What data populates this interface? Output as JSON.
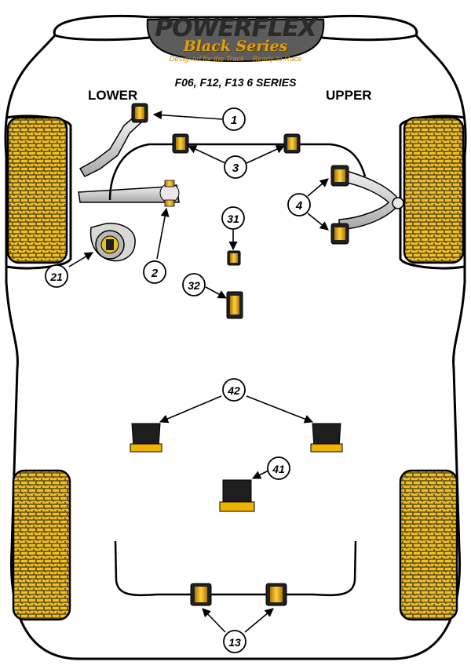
{
  "brand": {
    "name": "POWERFLEX",
    "series": "Black Series",
    "tagline": "Designed for the Track – Ready to Race"
  },
  "model": "F06, F12, F13 6 SERIES",
  "labels": {
    "lower": "LOWER",
    "upper": "UPPER"
  },
  "callouts": [
    "1",
    "3",
    "4",
    "31",
    "2",
    "21",
    "32",
    "42",
    "41",
    "13"
  ],
  "colors": {
    "outline": "#000000",
    "tire_fill": "#f0c020",
    "tire_tread": "#5a4a20",
    "bushing_dark": "#1e1e1e",
    "bushing_yellow": "#f0b400",
    "arm_gray": "#c8c8c8",
    "logo_plate": "#4a4a4a"
  }
}
